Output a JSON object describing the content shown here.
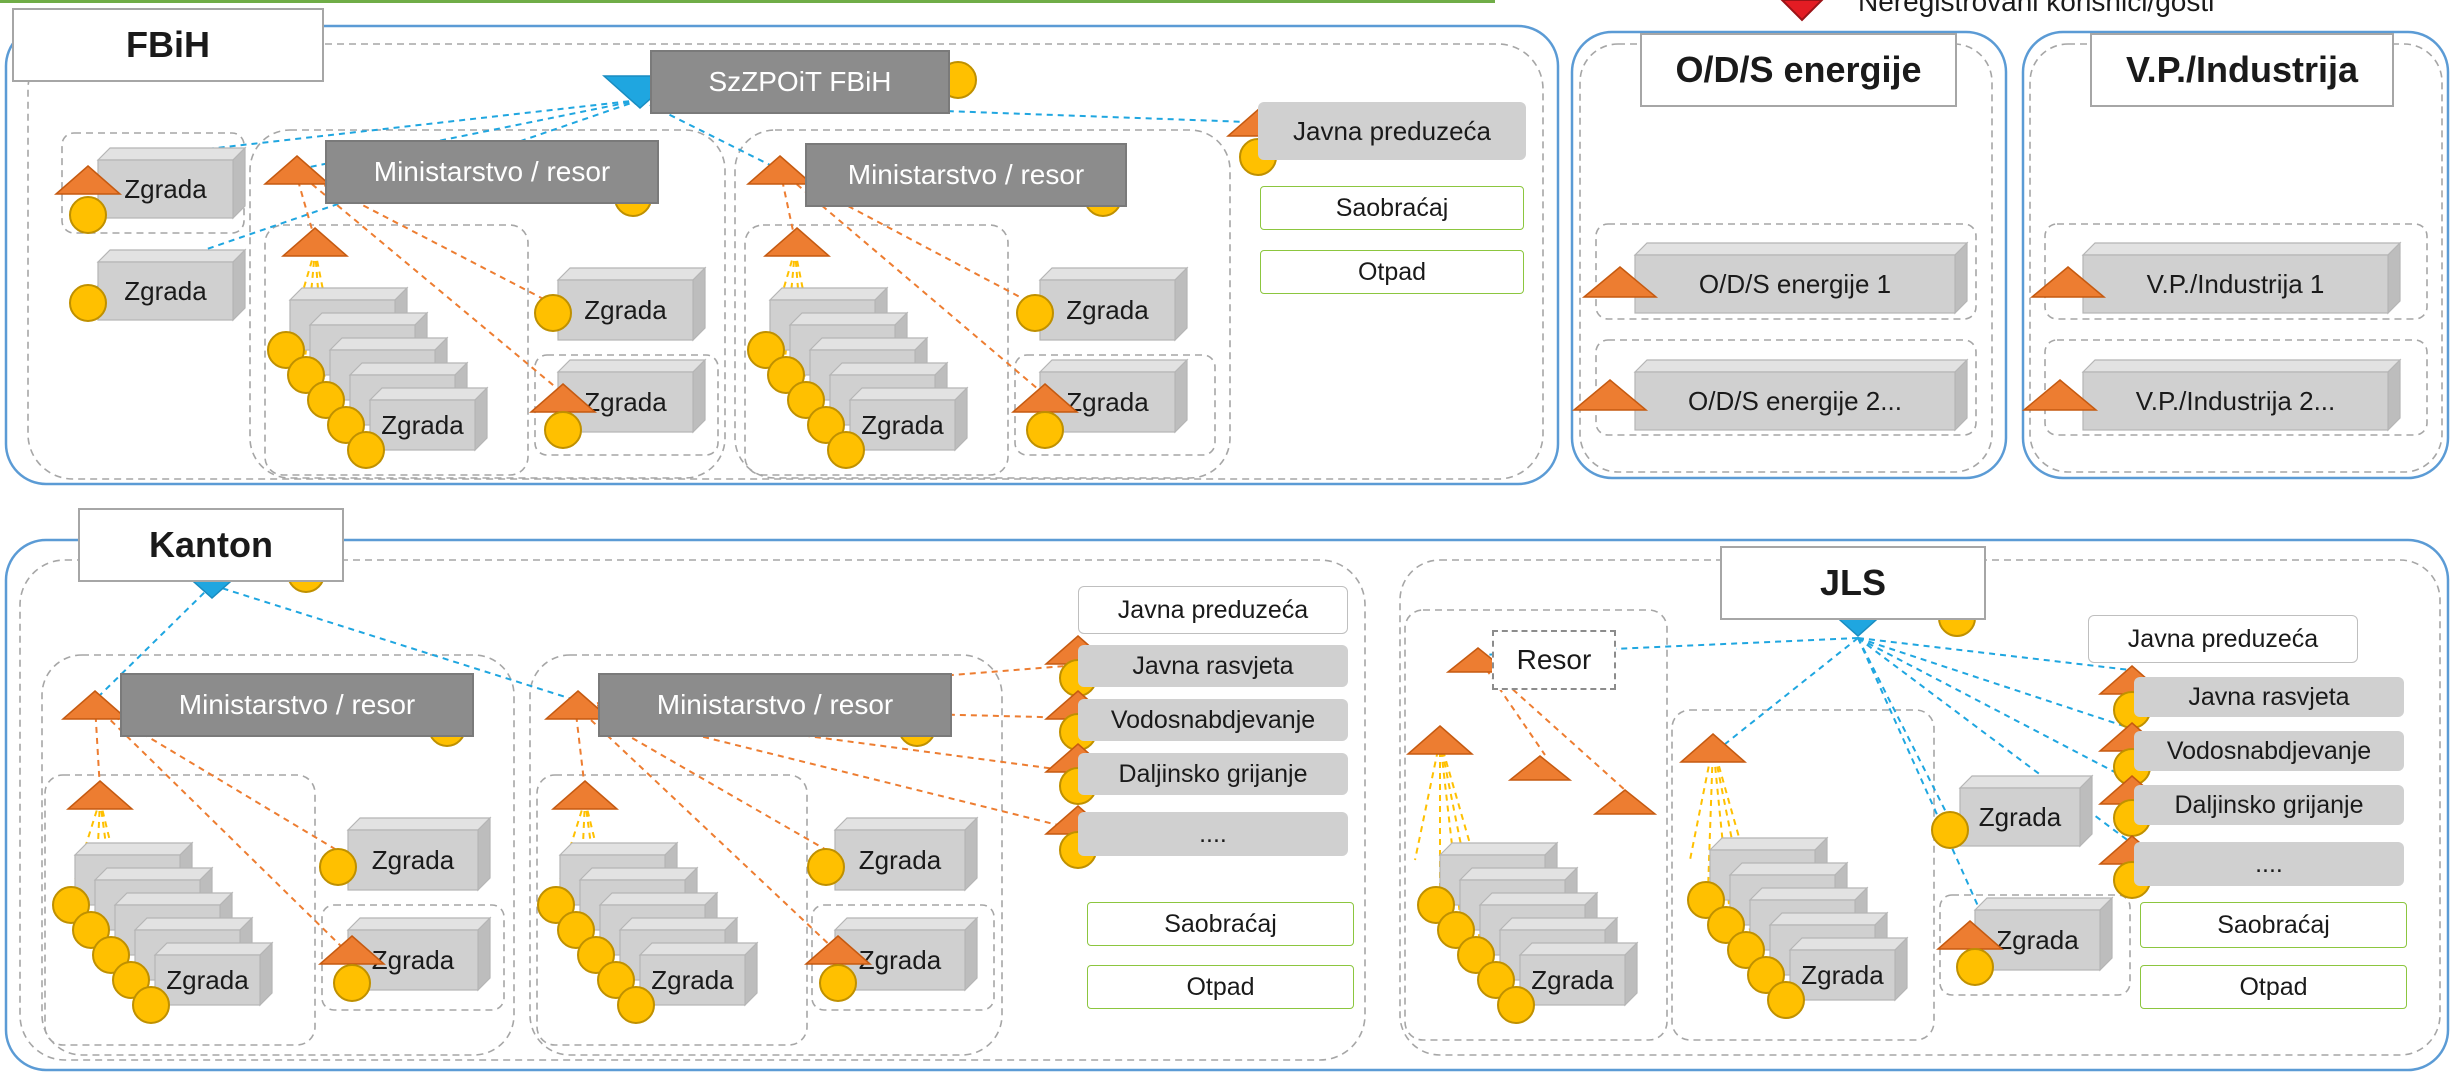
{
  "header": {
    "legend_partial": "Neregistrovani korisnici/gosti"
  },
  "fbih": {
    "title": "FBiH",
    "central": "SzZPOiT FBiH",
    "ministry_1": "Ministarstvo / resor",
    "ministry_2": "Ministarstvo / resor",
    "javna_preduzeca": "Javna preduzeća",
    "saobracaj": "Saobraćaj",
    "otpad": "Otpad",
    "building": "Zgrada"
  },
  "ods": {
    "title": "O/D/S energije",
    "item_1": "O/D/S  energije 1",
    "item_2": "O/D/S energije 2..."
  },
  "vp": {
    "title": "V.P./Industrija",
    "item_1": "V.P./Industrija 1",
    "item_2": "V.P./Industrija 2..."
  },
  "kanton": {
    "title": "Kanton",
    "ministry_1": "Ministarstvo / resor",
    "ministry_2": "Ministarstvo / resor",
    "javna_preduzeca": "Javna preduzeća",
    "javna_rasvjeta": "Javna rasvjeta",
    "vodosnabdjevanje": "Vodosnabdjevanje",
    "daljinsko_grijanje": "Daljinsko grijanje",
    "more": "....",
    "saobracaj": "Saobraćaj",
    "otpad": "Otpad",
    "building": "Zgrada"
  },
  "jls": {
    "title": "JLS",
    "resor": "Resor",
    "javna_preduzeca": "Javna preduzeća",
    "javna_rasvjeta": "Javna rasvjeta",
    "vodosnabdjevanje": "Vodosnabdjevanje",
    "daljinsko_grijanje": "Daljinsko grijanje",
    "more": "....",
    "saobracaj": "Saobraćaj",
    "otpad": "Otpad",
    "building": "Zgrada"
  },
  "colors": {
    "region_border": "#5b9bd5",
    "dashed_border": "#a6a6a6",
    "building_face": "#d0d0d0",
    "dark_box": "#8c8c8c",
    "triangle_orange": "#ed7d31",
    "triangle_blue": "#1fa6e0",
    "circle_yellow": "#ffc000",
    "line_orange": "#ed7d31",
    "line_blue": "#1fa6e0",
    "line_yellow": "#ffc000",
    "green_border": "#8cc63f",
    "legend_diamond": "#e31c23"
  }
}
